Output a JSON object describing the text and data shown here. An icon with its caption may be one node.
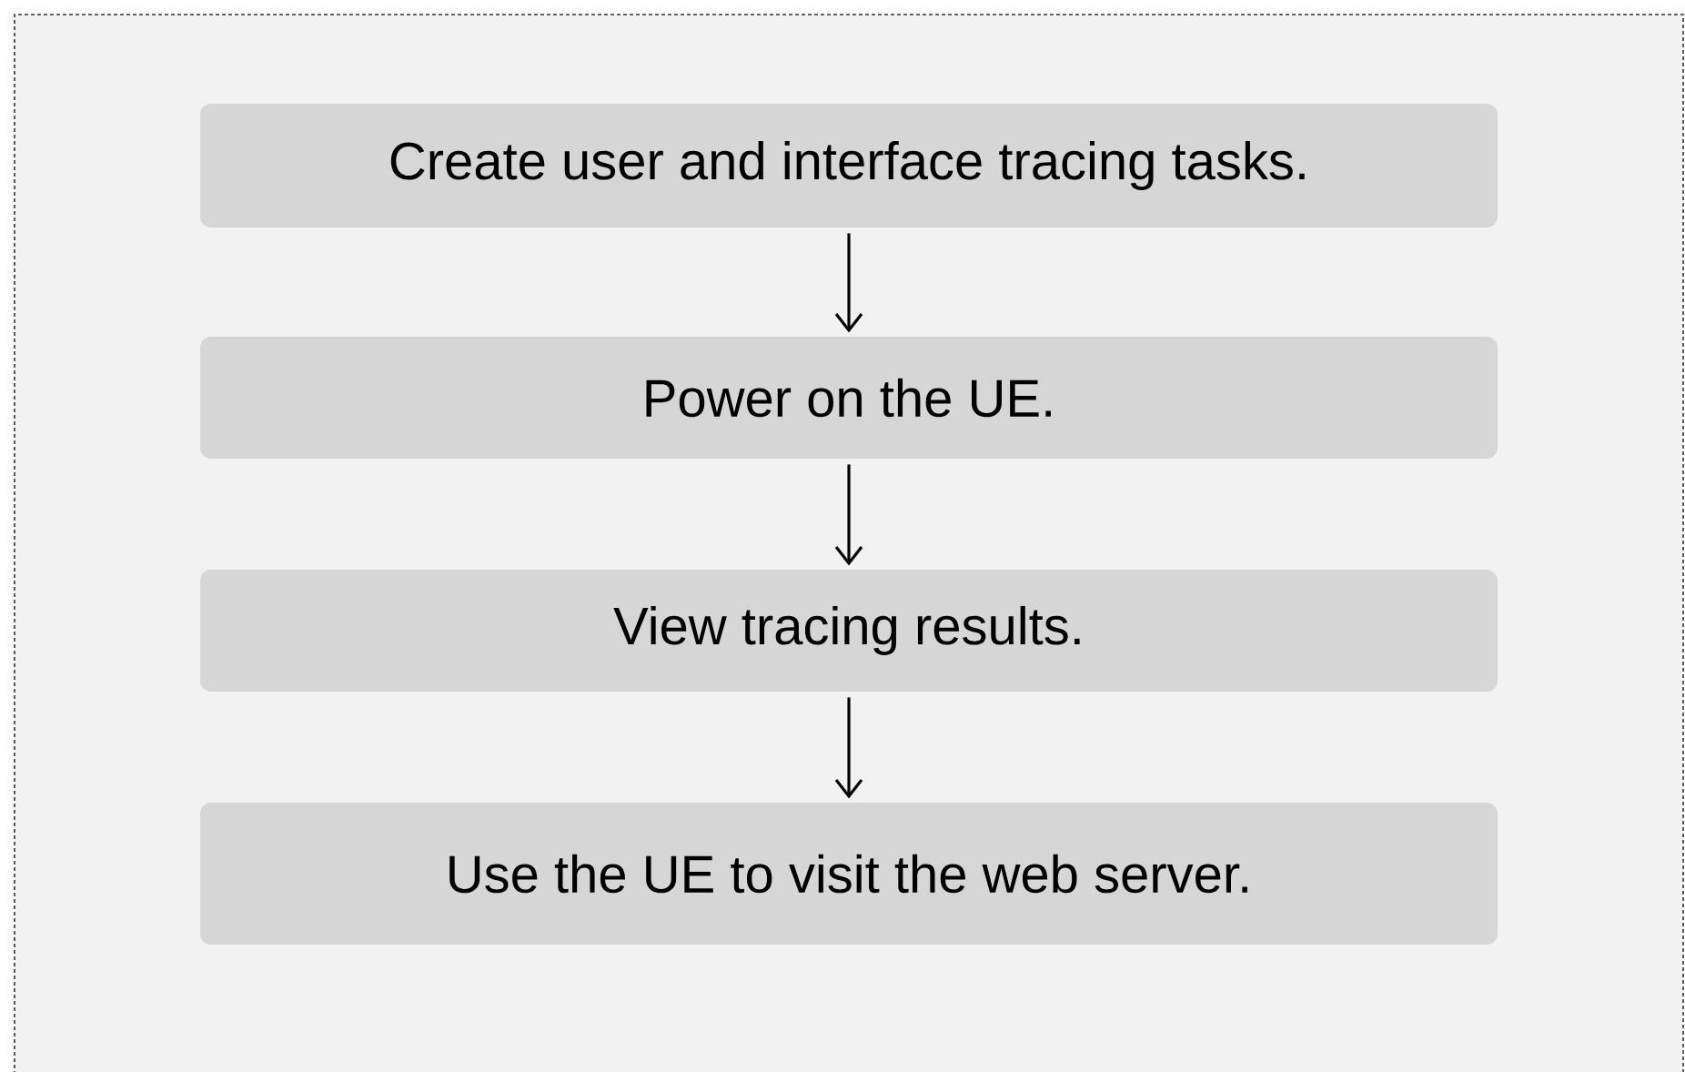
{
  "diagram": {
    "nodes": [
      {
        "text": [
          "Create user and interface tracing tasks."
        ]
      },
      {
        "text": [
          "Power on the UE."
        ]
      },
      {
        "text": [
          "View tracing results."
        ]
      },
      {
        "text": [
          "Use the UE to visit the web server."
        ]
      }
    ],
    "edges": [
      {
        "from": 0,
        "to": 1,
        "arrow": "to"
      },
      {
        "from": 1,
        "to": 2,
        "arrow": "to"
      },
      {
        "from": 2,
        "to": 3,
        "arrow": "to"
      }
    ]
  }
}
